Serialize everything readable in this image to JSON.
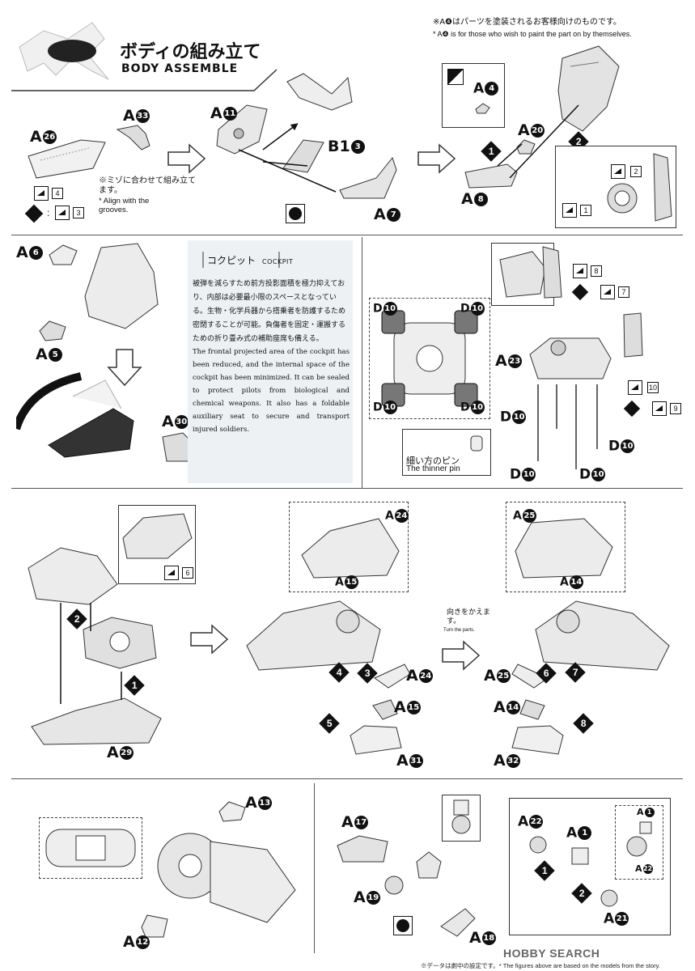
{
  "header": {
    "title_jp": "ボディの組み立て",
    "title_en": "BODY ASSEMBLE"
  },
  "paint_note": {
    "jp": "※A❹はパーツを塗装されるお客様向けのものです。",
    "en": "* A❹ is for those who wish to paint the part on by themselves."
  },
  "groove_note": {
    "jp": "※ミゾに合わせて組み立てます。",
    "en": "* Align with the grooves."
  },
  "cockpit": {
    "title_jp": "コクピット",
    "title_en": "COCKPIT",
    "text_jp": "被弾を減らすため前方投影面積を極力抑えており、内部は必要最小限のスペースとなっている。生物・化学兵器から搭乗者を防護するため密閉することが可能。負傷者を固定・運搬するための折り畳み式の補助座席も備える。",
    "text_en": "The frontal projected area of the cockpit has been reduced, and the internal space of the cockpit has been minimized. It can be sealed to protect pilots from biological and chemical weapons. It also has a foldable auxiliary seat to secure and transport injured soldiers."
  },
  "thinner_pin": {
    "jp": "細い方のピン",
    "en": "The thinner pin"
  },
  "turn_note": {
    "jp": "向きをかえます。",
    "en": "Turn the parts."
  },
  "footer": {
    "note": "※データは劇中の設定です。* The figures above are based on the models from the story.",
    "watermark": "HOBBY SEARCH"
  },
  "labels": {
    "a26": "A",
    "a33": "A",
    "a11": "A",
    "b13": "B1",
    "a7": "A",
    "a4": "A",
    "a20": "A",
    "a8": "A",
    "a6": "A",
    "a5": "A",
    "a30": "A",
    "a23": "A",
    "a29": "A",
    "a24": "A",
    "a15": "A",
    "a25": "A",
    "a14": "A",
    "a31": "A",
    "a32": "A",
    "a13": "A",
    "a12": "A",
    "a17": "A",
    "a19": "A",
    "a18": "A",
    "a22": "A",
    "a1": "A",
    "a21": "A",
    "d10": "D"
  },
  "numbers": {
    "n26": "26",
    "n33": "33",
    "n11": "11",
    "n3": "3",
    "n7": "7",
    "n4": "4",
    "n20": "20",
    "n8": "8",
    "n6": "6",
    "n5": "5",
    "n30": "30",
    "n23": "23",
    "n29": "29",
    "n24": "24",
    "n15": "15",
    "n25": "25",
    "n14": "14",
    "n31": "31",
    "n32": "32",
    "n13": "13",
    "n12": "12",
    "n17": "17",
    "n19": "19",
    "n18": "18",
    "n22": "22",
    "n1": "1",
    "n21": "21",
    "n10": "10"
  },
  "steps": {
    "s1": "1",
    "s2": "2",
    "s3": "3",
    "s4": "4",
    "s5": "5",
    "s6": "6",
    "s7": "7",
    "s8": "8"
  },
  "refs": {
    "r4": "4",
    "r3": "3",
    "r2": "2",
    "r1": "1",
    "r8": "8",
    "r7": "7",
    "r10": "10",
    "r9": "9",
    "r6": "6"
  }
}
